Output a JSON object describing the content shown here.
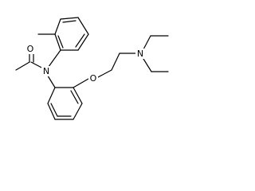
{
  "molecule": {
    "atoms": {
      "o_carbonyl": "O",
      "n_amide": "N",
      "o_ether": "O",
      "n_amine": "N"
    },
    "colors": {
      "bond": "#000000",
      "label": "#000000",
      "background": "#ffffff"
    }
  }
}
